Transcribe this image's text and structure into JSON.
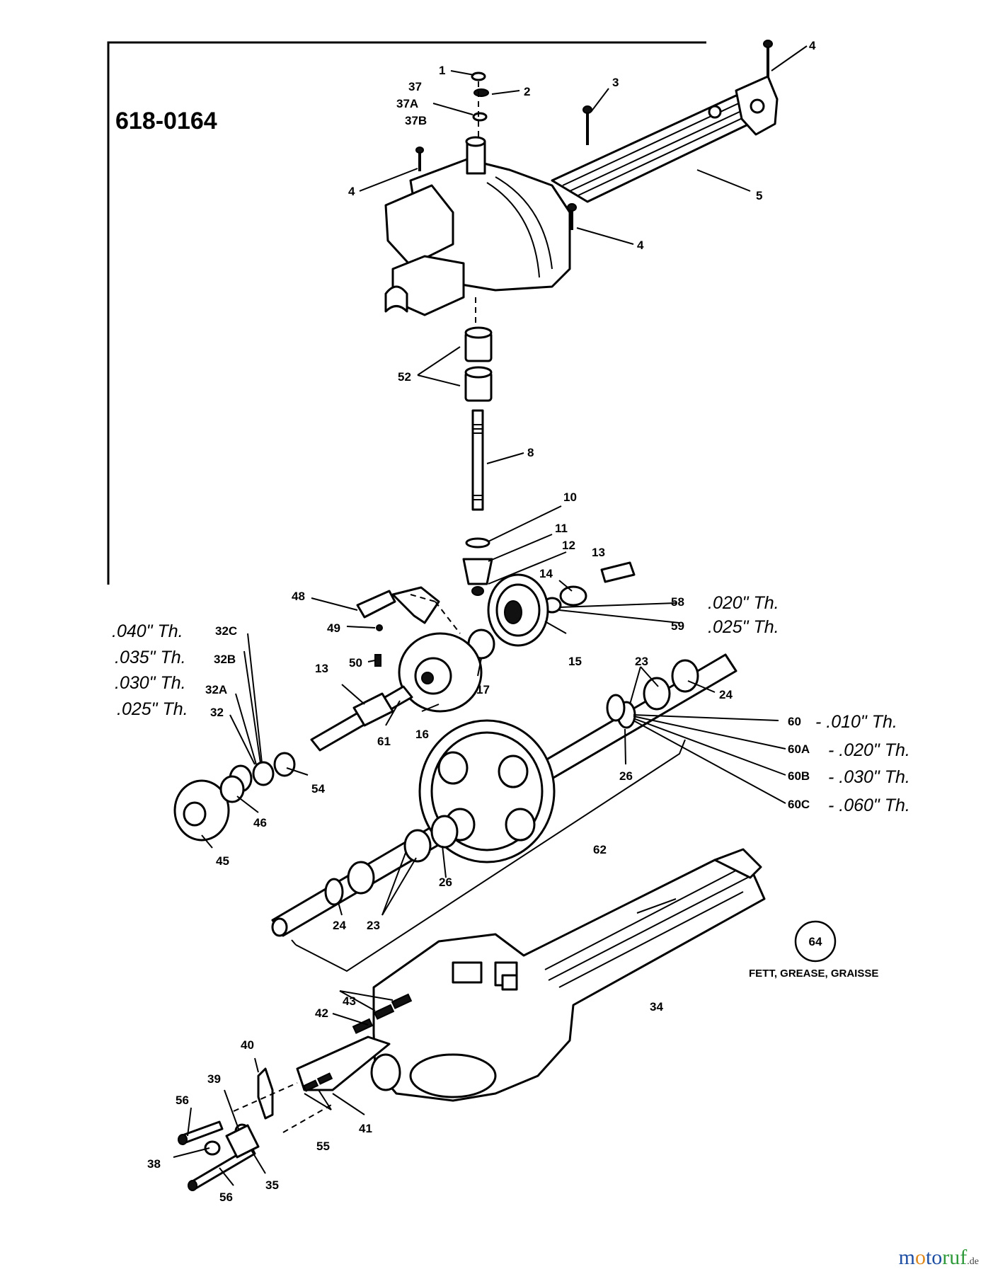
{
  "diagram": {
    "model_number": "618-0164",
    "grease_circle": "64",
    "grease_text": "FETT, GREASE, GRAISSE",
    "thickness_notes": {
      "left_040": ".040\" Th.",
      "left_035": ".035\" Th.",
      "left_030": ".030\" Th.",
      "left_025": ".025\" Th.",
      "n58": ".020\" Th.",
      "n59": ".025\" Th.",
      "n60": "- .010\" Th.",
      "n60a": "- .020\" Th.",
      "n60b": "- .030\" Th.",
      "n60c": "- .060\" Th."
    },
    "labels": {
      "p1": "1",
      "p2": "2",
      "p3": "3",
      "p4a": "4",
      "p4b": "4",
      "p4c": "4",
      "p5": "5",
      "p37": "37",
      "p37a": "37A",
      "p37b": "37B",
      "p52": "52",
      "p8": "8",
      "p10": "10",
      "p11": "11",
      "p12": "12",
      "p13a": "13",
      "p13b": "13",
      "p14": "14",
      "p15": "15",
      "p16": "16",
      "p17": "17",
      "p48": "48",
      "p49": "49",
      "p50": "50",
      "p58": "58",
      "p59": "59",
      "p61": "61",
      "p32": "32",
      "p32a": "32A",
      "p32b": "32B",
      "p32c": "32C",
      "p54": "54",
      "p45": "45",
      "p46": "46",
      "p23a": "23",
      "p23b": "23",
      "p24a": "24",
      "p24b": "24",
      "p26a": "26",
      "p26b": "26",
      "p60": "60",
      "p60a": "60A",
      "p60b": "60B",
      "p60c": "60C",
      "p62": "62",
      "p34": "34",
      "p35": "35",
      "p38": "38",
      "p39": "39",
      "p40": "40",
      "p41": "41",
      "p42": "42",
      "p43": "43",
      "p55": "55",
      "p56a": "56",
      "p56b": "56"
    }
  },
  "watermark": {
    "part1": "m",
    "part2": "o",
    "part3": "to",
    "part4": "ruf",
    "suffix": ".de"
  }
}
